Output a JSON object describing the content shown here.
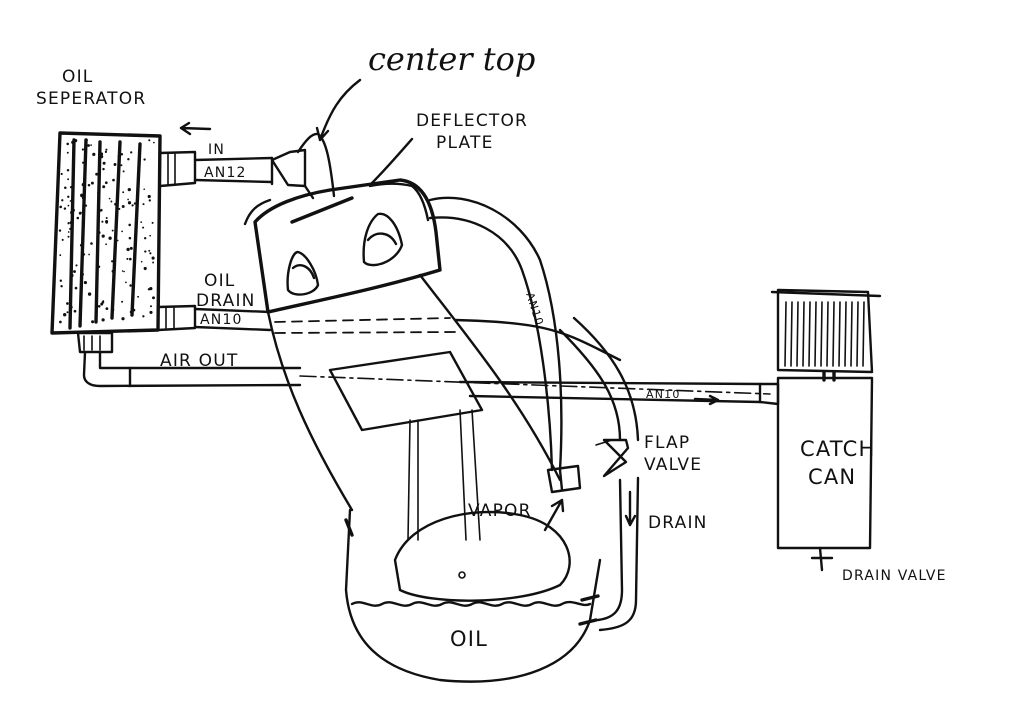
{
  "diagram": {
    "labels": {
      "oil_separator_line1": "OIL",
      "oil_separator_line2": "SEPERATOR",
      "center_top": "center top",
      "deflector_line1": "DEFLECTOR",
      "deflector_line2": "PLATE",
      "in": "IN",
      "an12": "AN12",
      "oil_drain_line1": "OIL",
      "oil_drain_line2": "DRAIN",
      "an10_drain": "AN10",
      "air_out": "AIR OUT",
      "an10_vertical": "AN10",
      "an10_catch": "AN10",
      "flap_line1": "FLAP",
      "flap_line2": "VALVE",
      "catch_line1": "CATCH",
      "catch_line2": "CAN",
      "vapor": "VAPOR",
      "drain": "DRAIN",
      "drain_valve": "DRAIN VALVE",
      "oil": "OIL"
    },
    "colors": {
      "ink": "#111111",
      "paper": "#ffffff"
    }
  }
}
